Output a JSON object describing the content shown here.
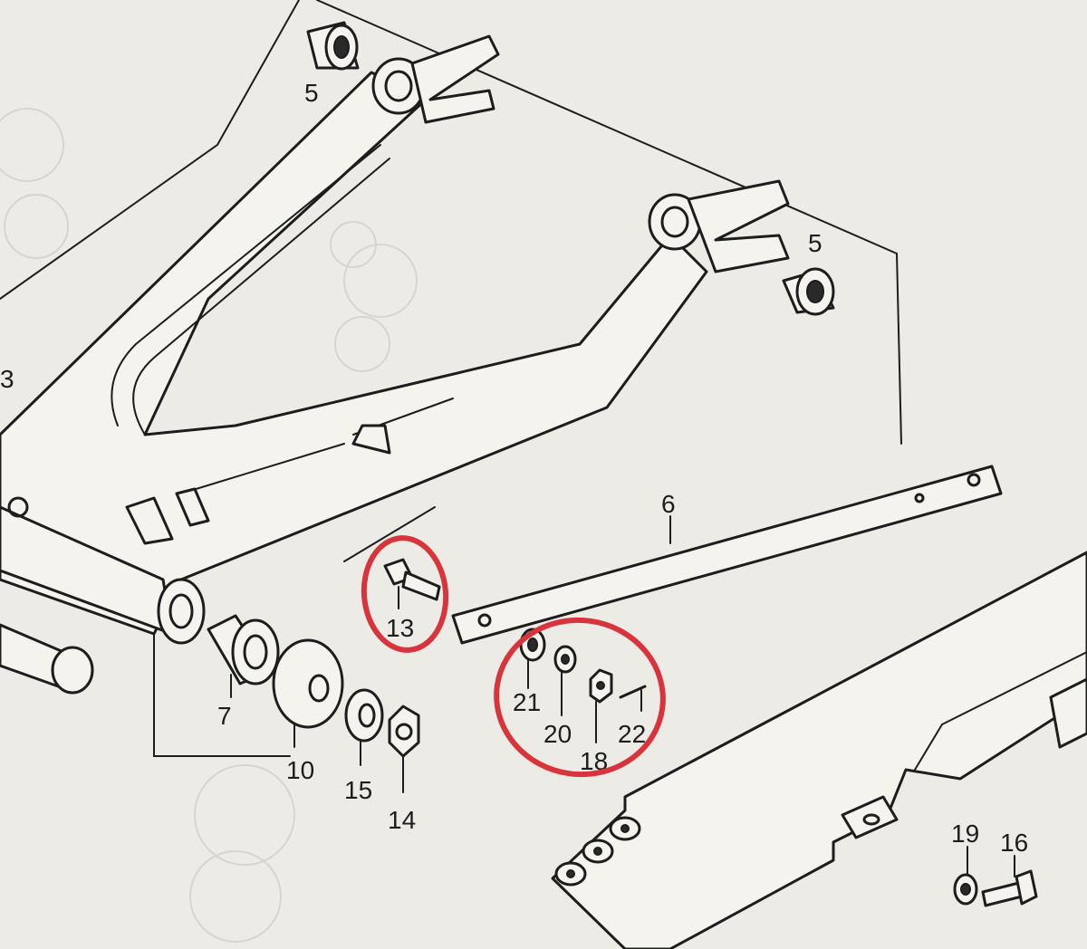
{
  "colors": {
    "paper": "#ecebe6",
    "ink": "#1d1d1d",
    "highlight": "#d8343c"
  },
  "labels": {
    "part_5_top": "5",
    "part_5_right": "5",
    "part_3_edge": "3",
    "part_6": "6",
    "part_7": "7",
    "part_10": "10",
    "part_13": "13",
    "part_14": "14",
    "part_15": "15",
    "part_16": "16",
    "part_18": "18",
    "part_19": "19",
    "part_20": "20",
    "part_21": "21",
    "part_22": "22"
  },
  "highlighted_parts": [
    "13",
    "18",
    "20",
    "21",
    "22"
  ]
}
